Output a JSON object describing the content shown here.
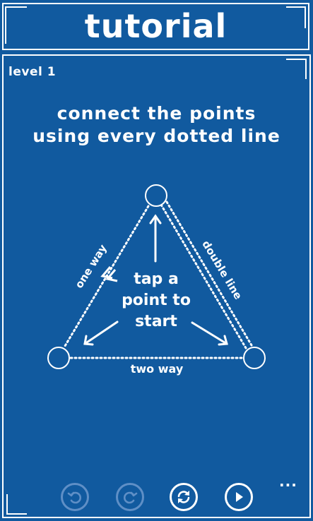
{
  "header": {
    "title": "tutorial"
  },
  "level": {
    "label": "level 1"
  },
  "instruction": {
    "line1": "connect the points",
    "line2": "using every dotted line"
  },
  "diagram": {
    "center_line1": "tap a",
    "center_line2": "point to",
    "center_line3": "start",
    "one_way_label": "one way",
    "double_line_label": "double line",
    "two_way_label": "two way"
  },
  "toolbar": {
    "undo_icon": "undo-icon",
    "redo_icon": "redo-icon",
    "restart_icon": "refresh-icon",
    "play_icon": "play-icon",
    "undo_enabled": false,
    "redo_enabled": false,
    "more_label": "..."
  },
  "colors": {
    "background": "#115a9f",
    "foreground": "#ffffff",
    "disabled": "#5f8fc6"
  }
}
